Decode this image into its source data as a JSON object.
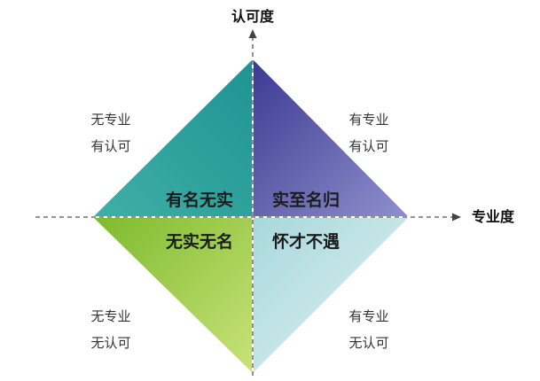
{
  "axes": {
    "vertical_label": "认可度",
    "horizontal_label": "专业度"
  },
  "quadrants": {
    "top_left": {
      "name": "有名无实",
      "desc_line1": "无专业",
      "desc_line2": "有认可",
      "color": "#2a9e9a"
    },
    "top_right": {
      "name": "实至名归",
      "desc_line1": "有专业",
      "desc_line2": "有认可",
      "color": "#4a4aa0"
    },
    "bottom_left": {
      "name": "无实无名",
      "desc_line1": "无专业",
      "desc_line2": "无认可",
      "color": "#8cc43a"
    },
    "bottom_right": {
      "name": "怀才不遇",
      "desc_line1": "有专业",
      "desc_line2": "无认可",
      "color": "#bfe3e4"
    }
  }
}
